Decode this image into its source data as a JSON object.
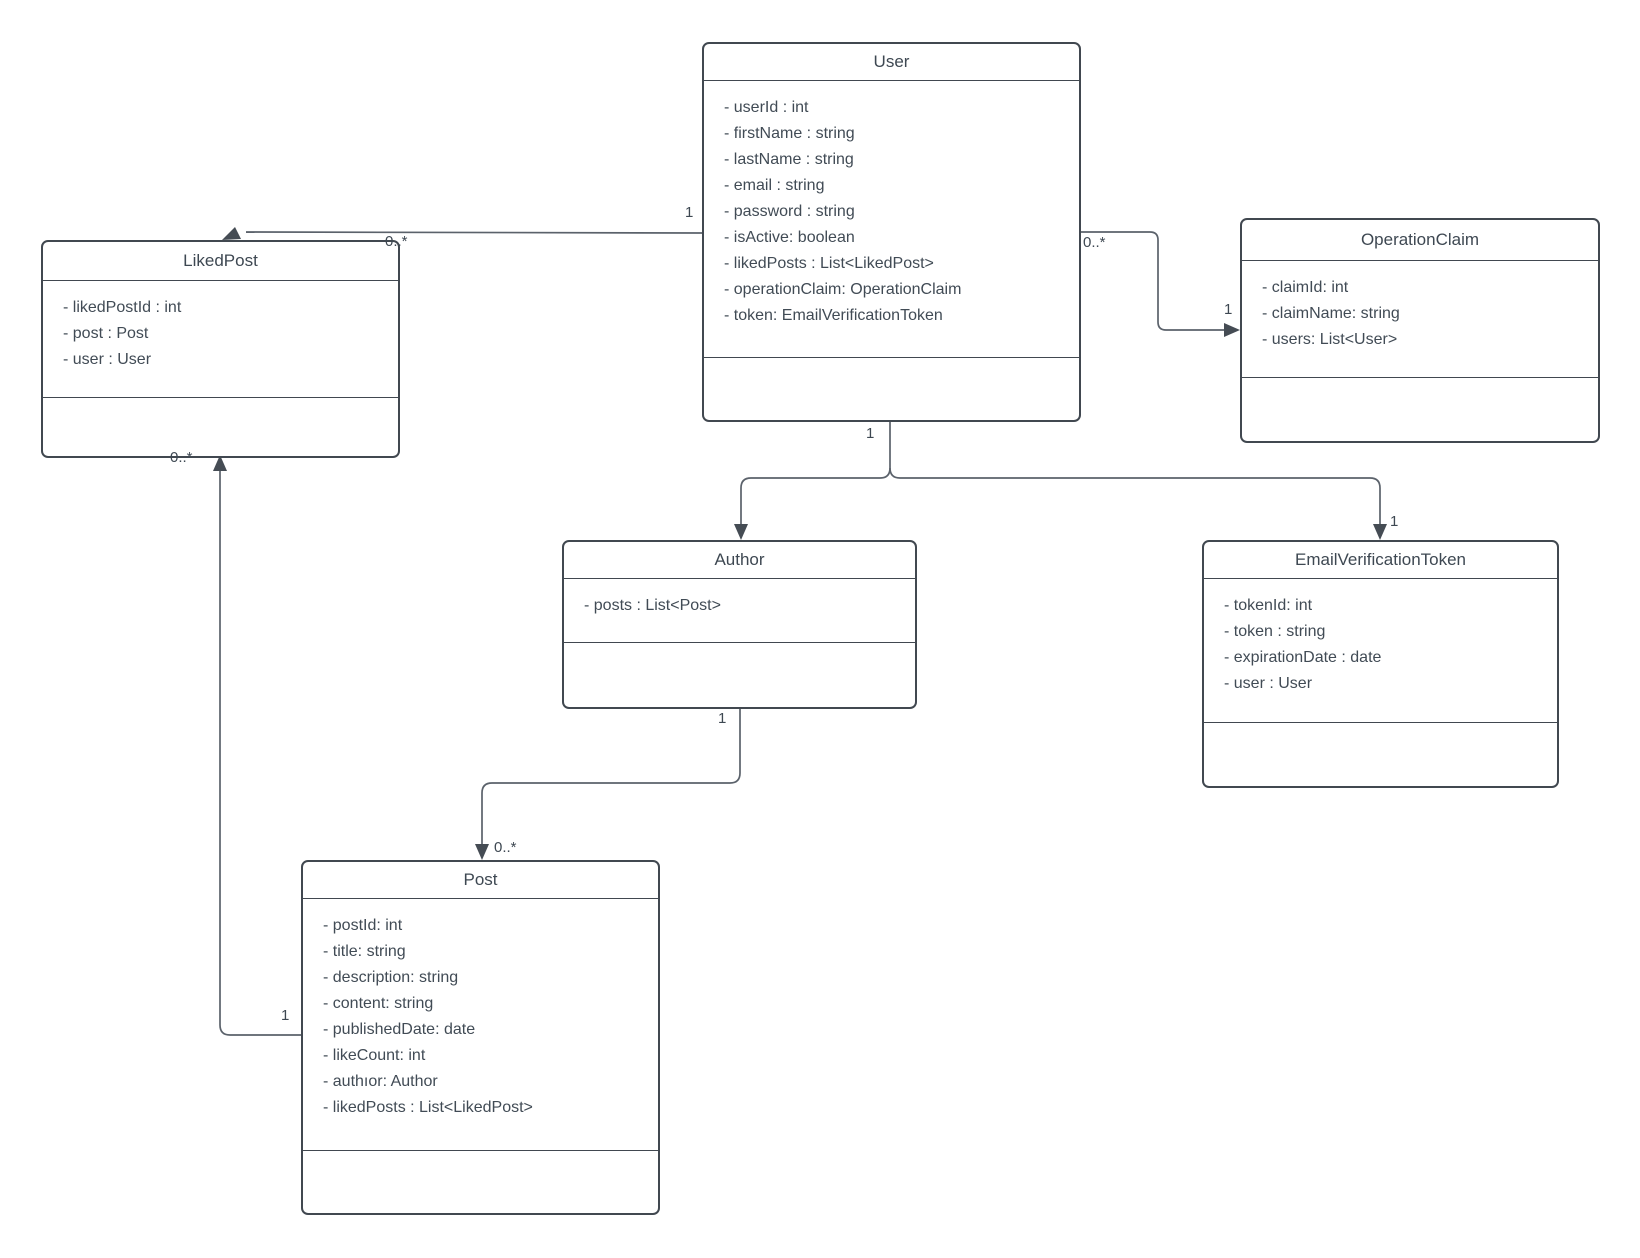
{
  "diagram_type": "uml-class-diagram",
  "colors": {
    "background": "#ffffff",
    "box_border": "#414850",
    "text": "#414b55",
    "connector": "#5b626b"
  },
  "classes": [
    {
      "name": "User",
      "attributes": [
        "- userId : int",
        "- firstName : string",
        "- lastName : string",
        "- email : string",
        "- password : string",
        "- isActive: boolean",
        "- likedPosts : List<LikedPost>",
        "- operationClaim: OperationClaim",
        "- token: EmailVerificationToken"
      ],
      "methods": []
    },
    {
      "name": "LikedPost",
      "attributes": [
        "- likedPostId : int",
        "- post : Post",
        "- user : User"
      ],
      "methods": []
    },
    {
      "name": "OperationClaim",
      "attributes": [
        "- claimId: int",
        "- claimName: string",
        "- users: List<User>"
      ],
      "methods": []
    },
    {
      "name": "Author",
      "attributes": [
        "- posts : List<Post>"
      ],
      "methods": []
    },
    {
      "name": "EmailVerificationToken",
      "attributes": [
        "- tokenId: int",
        "- token : string",
        "- expirationDate : date",
        "- user : User"
      ],
      "methods": []
    },
    {
      "name": "Post",
      "attributes": [
        "- postId: int",
        "- title: string",
        "- description: string",
        "- content: string",
        "- publishedDate: date",
        "- likeCount: int",
        "- authıor: Author",
        "- likedPosts : List<LikedPost>"
      ],
      "methods": []
    }
  ],
  "connectors": [
    {
      "id": "user-likedpost",
      "from": "User",
      "to": "LikedPost",
      "from_label": "1",
      "to_label": "0..*"
    },
    {
      "id": "user-operationclaim",
      "from": "User",
      "to": "OperationClaim",
      "from_label": "0..*",
      "to_label": "1"
    },
    {
      "id": "user-author-token-fork",
      "from": "User",
      "to": "Author / EmailVerificationToken",
      "from_label": "1",
      "to_token_label": "1"
    },
    {
      "id": "author-post",
      "from": "Author",
      "to": "Post",
      "from_label": "1",
      "to_label": "0..*"
    },
    {
      "id": "post-likedpost",
      "from": "Post",
      "to": "LikedPost",
      "from_label": "1",
      "to_label": "0..*"
    }
  ]
}
